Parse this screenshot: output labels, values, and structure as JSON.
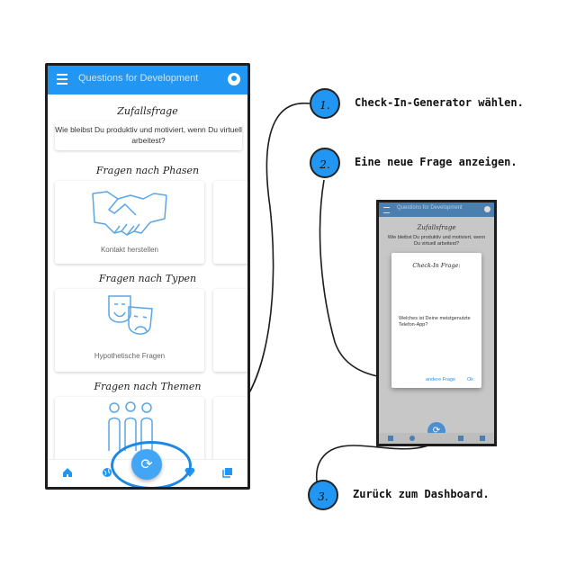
{
  "app": {
    "title": "Questions for Development"
  },
  "random": {
    "heading": "Zufallsfrage",
    "question": "Wie bleibst Du produktiv und motiviert, wenn Du virtuell arbeitest?"
  },
  "sections": [
    {
      "heading": "Fragen nach Phasen",
      "card_label": "Kontakt herstellen"
    },
    {
      "heading": "Fragen nach Typen",
      "card_label": "Hypothetische Fragen"
    },
    {
      "heading": "Fragen nach Themen",
      "card_label": ""
    }
  ],
  "steps": [
    {
      "number": "1.",
      "text": "Check-In-Generator wählen."
    },
    {
      "number": "2.",
      "text": "Eine neue Frage anzeigen."
    },
    {
      "number": "3.",
      "text": "Zurück zum Dashboard."
    }
  ],
  "dialog": {
    "title": "Check-In Frage:",
    "question": "Welches ist Deine meistgenutzte Telefon-App?",
    "other_button": "andere Frage",
    "ok_button": "Ok"
  },
  "colors": {
    "primary": "#2196f3",
    "badge": "#2196f3",
    "ink": "#1d1d1d"
  },
  "icons": [
    "menu-icon",
    "account-icon",
    "handshake-icon",
    "theater-masks-icon",
    "people-icon",
    "refresh-icon",
    "home-icon",
    "globe-icon",
    "heart-icon",
    "library-icon"
  ]
}
